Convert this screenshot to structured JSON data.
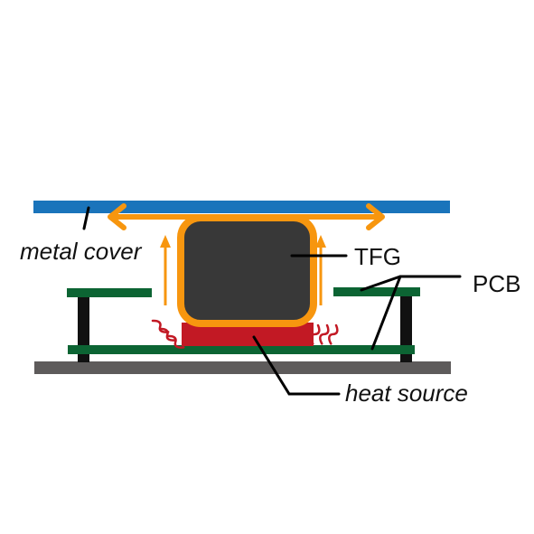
{
  "labels": {
    "metal_cover": "metal cover",
    "tfg": "TFG",
    "pcb": "PCB",
    "heat_source": "heat source"
  },
  "colors": {
    "metal_cover": "#1a74bb",
    "pcb": "#0c6433",
    "base": "#5e5b5b",
    "support": "#111111",
    "tfg_fill": "#383838",
    "tfg_border": "#f7960f",
    "heat_flow": "#f7960f",
    "heat_source": "#c21924",
    "heat_waves": "#c21924",
    "leader_line": "#000000"
  }
}
